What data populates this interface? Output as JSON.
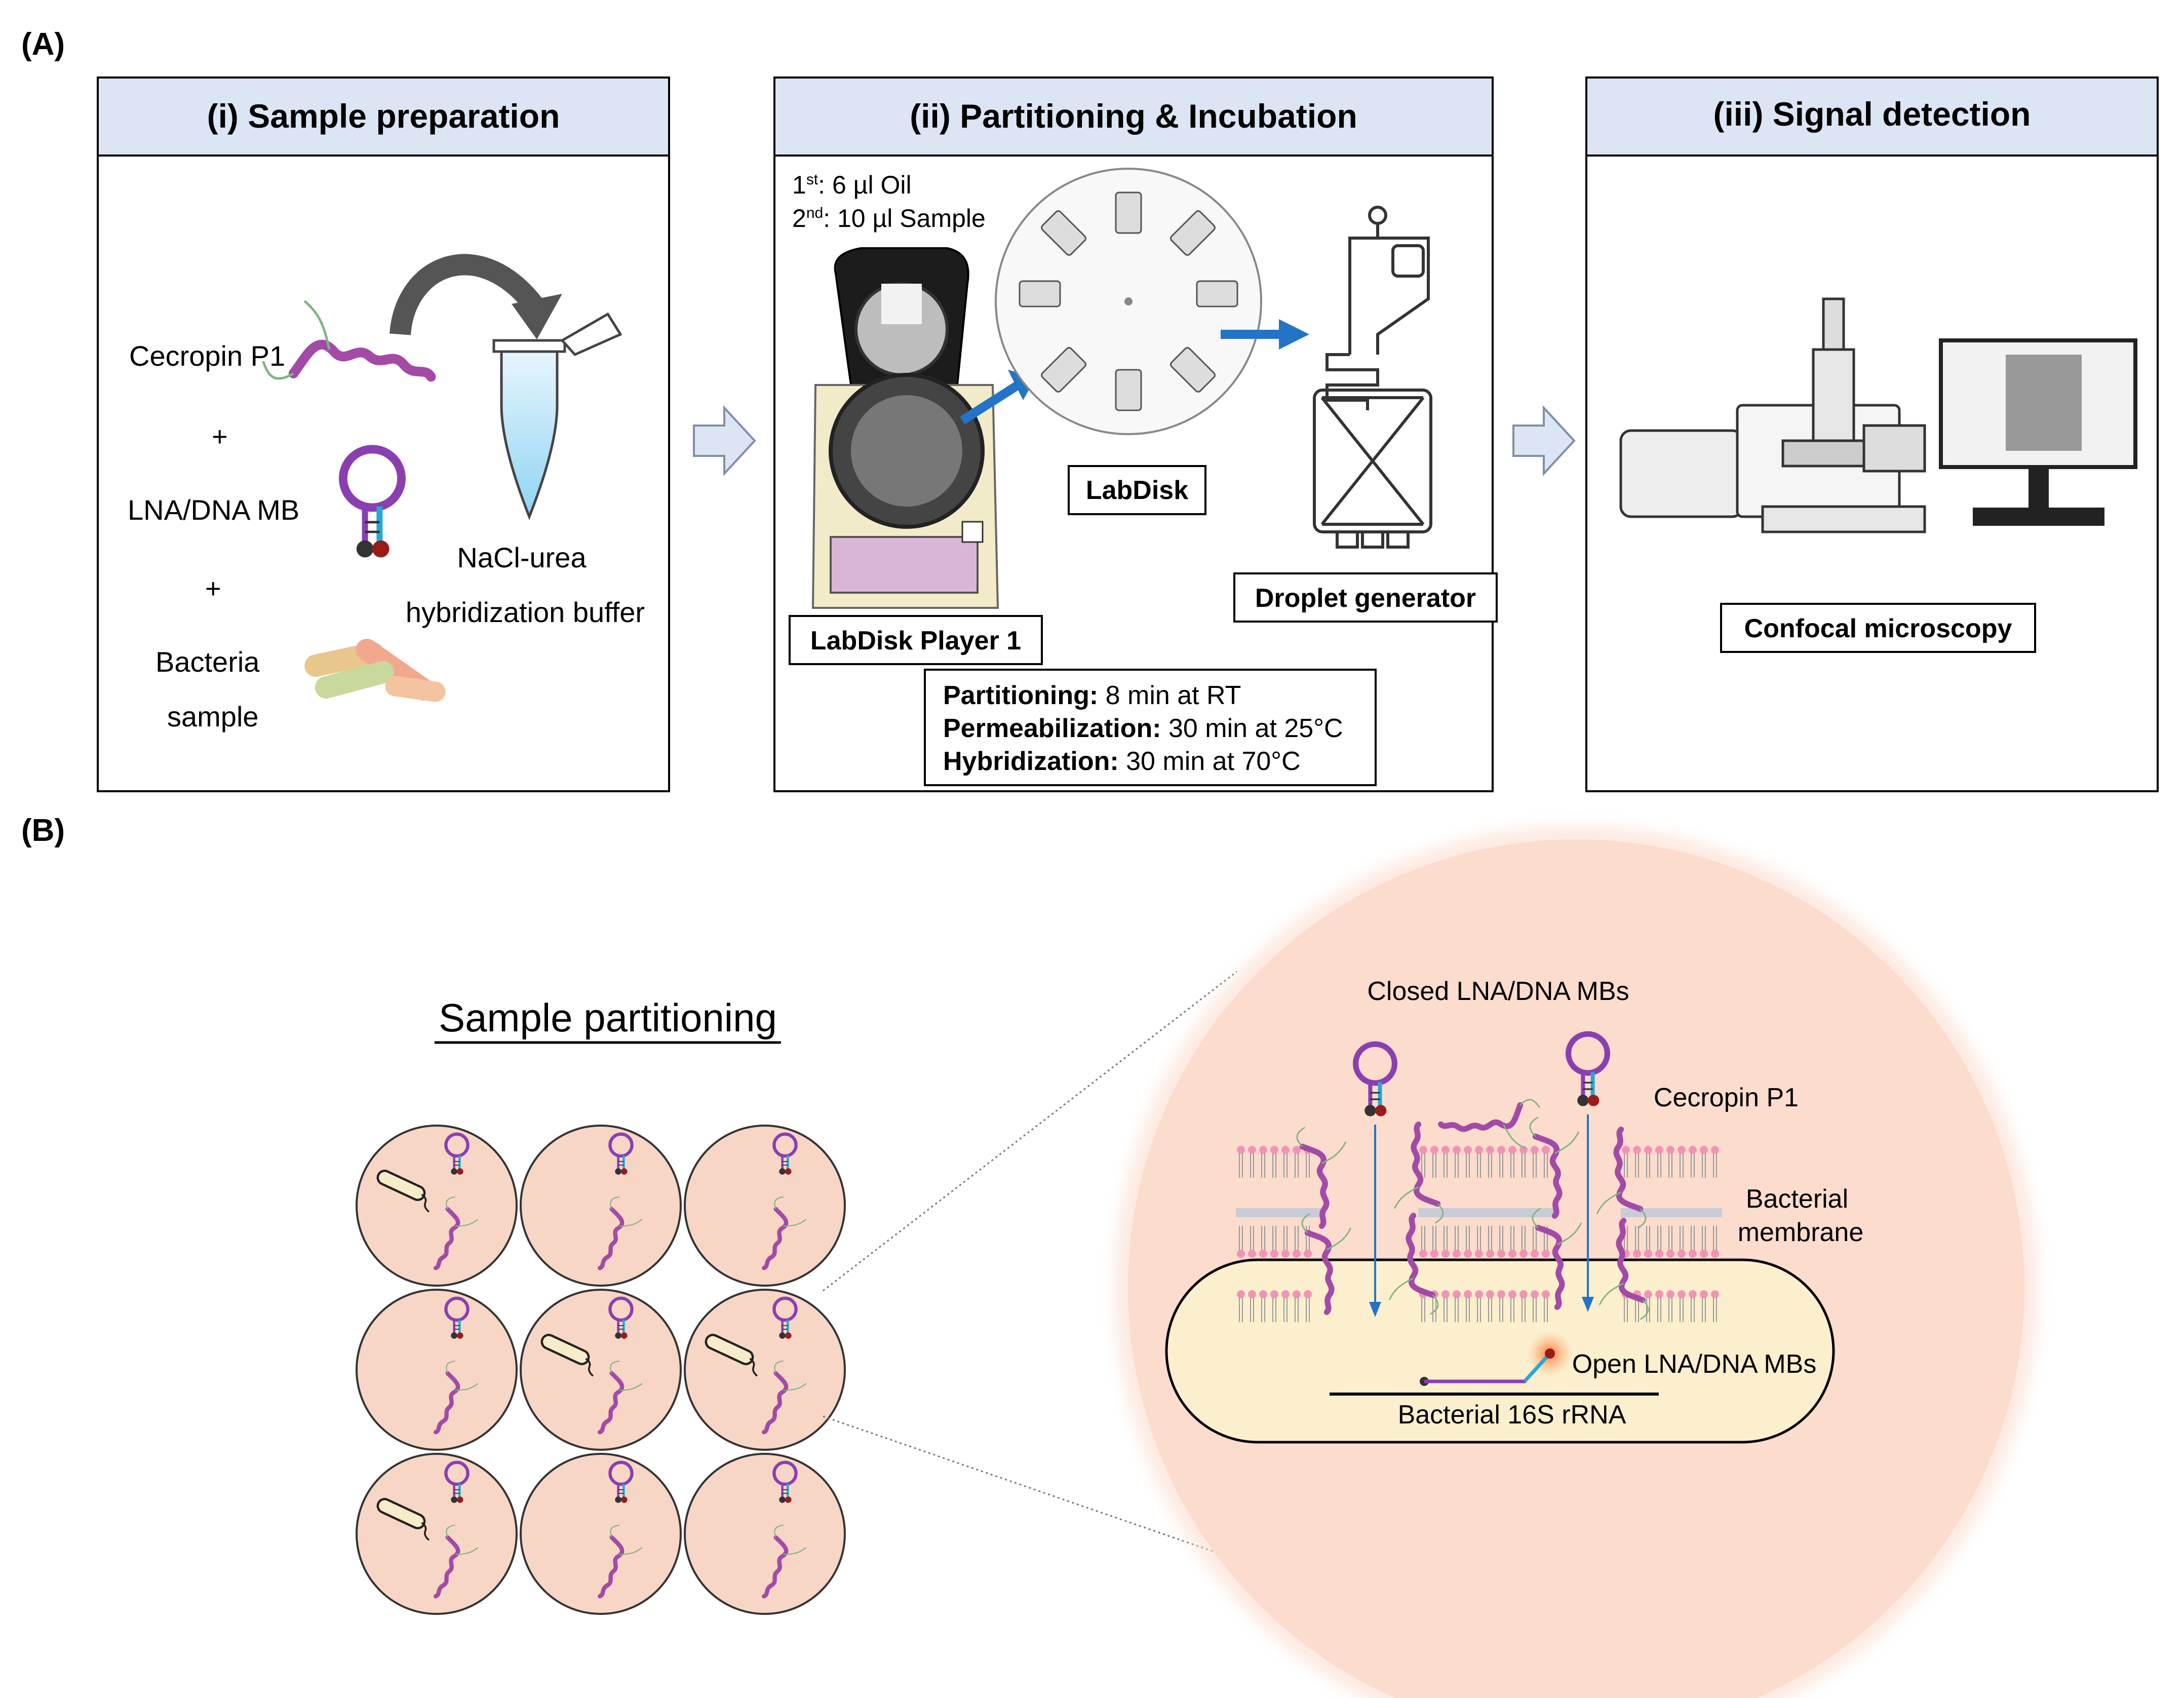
{
  "panel_a": {
    "label": "(A)",
    "steps": [
      {
        "title": "(i) Sample preparation"
      },
      {
        "title": "(ii) Partitioning & Incubation"
      },
      {
        "title": "(iii) Signal detection"
      }
    ],
    "prep": {
      "cecropin": "Cecropin P1",
      "plus": "+",
      "mb": "LNA/DNA MB",
      "bacteria_line1": "Bacteria",
      "bacteria_line2": "sample",
      "buffer_line1": "NaCl-urea",
      "buffer_line2": "hybridization buffer"
    },
    "partitioning": {
      "step1_sup": "st",
      "step1_prefix": "1",
      "step1_text": ": 6 µl Oil",
      "step2_prefix": "2",
      "step2_sup": "nd",
      "step2_text": ": 10 µl Sample",
      "labdisk": "LabDisk",
      "player": "LabDisk Player 1",
      "droplet": "Droplet generator",
      "conditions": [
        {
          "key": "Partitioning:",
          "value": " 8 min at RT"
        },
        {
          "key": "Permeabilization:",
          "value": " 30 min at 25°C"
        },
        {
          "key": "Hybridization:",
          "value": " 30 min at 70°C"
        }
      ]
    },
    "detection": {
      "label": "Confocal microscopy"
    }
  },
  "panel_b": {
    "label": "(B)",
    "partition_title": "Sample partitioning",
    "closed_mb": "Closed LNA/DNA MBs",
    "cecropin": "Cecropin P1",
    "membrane_line1": "Bacterial",
    "membrane_line2": "membrane",
    "open_mb": "Open LNA/DNA MBs",
    "rrna": "Bacterial 16S rRNA"
  },
  "colors": {
    "header_fill": "#dbe5f4",
    "arrow_fill": "#dbe5f4",
    "blue_arrow": "#2374c6",
    "droplet_fill": "#f7d6c6",
    "zoom_fill": "#fbdccd",
    "cell_fill": "#fbefcd",
    "peptide": "#a34aa6",
    "beacon": "#8a3fb0",
    "lipid_head": "#f293b5"
  }
}
